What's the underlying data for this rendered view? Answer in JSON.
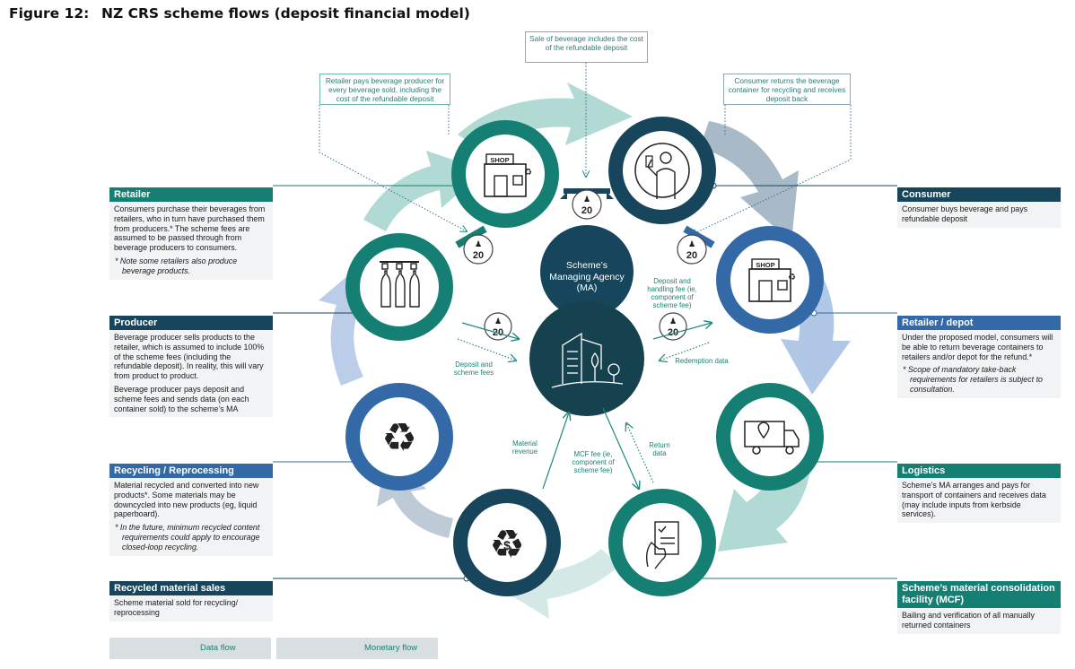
{
  "figure": {
    "number": "Figure 12:",
    "title": "NZ CRS scheme flows (deposit financial model)"
  },
  "callouts": {
    "sale": "Sale of beverage includes the cost of the refundable deposit",
    "retailer_pays": "Retailer pays beverage producer for every beverage sold, including the cost of the refundable deposit",
    "consumer_returns": "Consumer returns the beverage container for recycling and receives deposit back"
  },
  "center": {
    "label": "Scheme’s Managing Agency (MA)"
  },
  "deposit_badge": "20",
  "nodes": {
    "shop_sign_1": "SHOP",
    "shop_sign_2": "SHOP"
  },
  "flow_labels": {
    "deposit_scheme_fees": "Deposit and scheme fees",
    "deposit_handling_fee": "Deposit and handling fee (ie, component of scheme fee)",
    "redemption_data": "Redemption data",
    "material_revenue": "Material revenue",
    "mcf_fee": "MCF fee (ie, component of scheme fee)",
    "return_data": "Return data"
  },
  "left_boxes": {
    "retailer": {
      "title": "Retailer",
      "text": "Consumers purchase their beverages from retailers, who in turn have purchased them from producers.* The scheme fees are assumed to be passed through from beverage producers to consumers.",
      "note": "* Note some retailers also produce beverage products."
    },
    "producer": {
      "title": "Producer",
      "text1": "Beverage producer sells products to the retailer, which is assumed to include 100% of the scheme fees (including the refundable deposit). In reality, this will vary from product to product.",
      "text2": "Beverage producer pays deposit and scheme fees and sends data (on each container sold) to the scheme’s MA"
    },
    "recycling": {
      "title": "Recycling / Reprocessing",
      "text": "Material recycled and converted into new products*. Some materials may be downcycled into new products (eg, liquid paperboard).",
      "note": "* In the future, minimum recycled content requirements could apply to encourage closed-loop recycling."
    },
    "sales": {
      "title": "Recycled material sales",
      "text": "Scheme material sold for recycling/ reprocessing"
    }
  },
  "right_boxes": {
    "consumer": {
      "title": "Consumer",
      "text": "Consumer buys beverage and pays refundable deposit"
    },
    "depot": {
      "title": "Retailer / depot",
      "text": "Under the proposed model, consumers will be able to return beverage containers to retailers and/or depot for the refund.*",
      "note": "* Scope of mandatory take-back requirements for retailers is subject to consultation."
    },
    "logistics": {
      "title": "Logistics",
      "text": "Scheme’s MA arranges and pays for transport of containers and receives data (may include inputs from kerbside services)."
    },
    "mcf": {
      "title": "Scheme’s material consolidation facility (MCF)",
      "text": "Bailing and verification of all manually returned containers"
    }
  },
  "legend": {
    "data_flow": "Data flow",
    "monetary_flow": "Monetary flow"
  },
  "colors": {
    "teal": "#167f74",
    "navy": "#17465c",
    "blue": "#3469a8",
    "dark_center": "#15424e"
  }
}
